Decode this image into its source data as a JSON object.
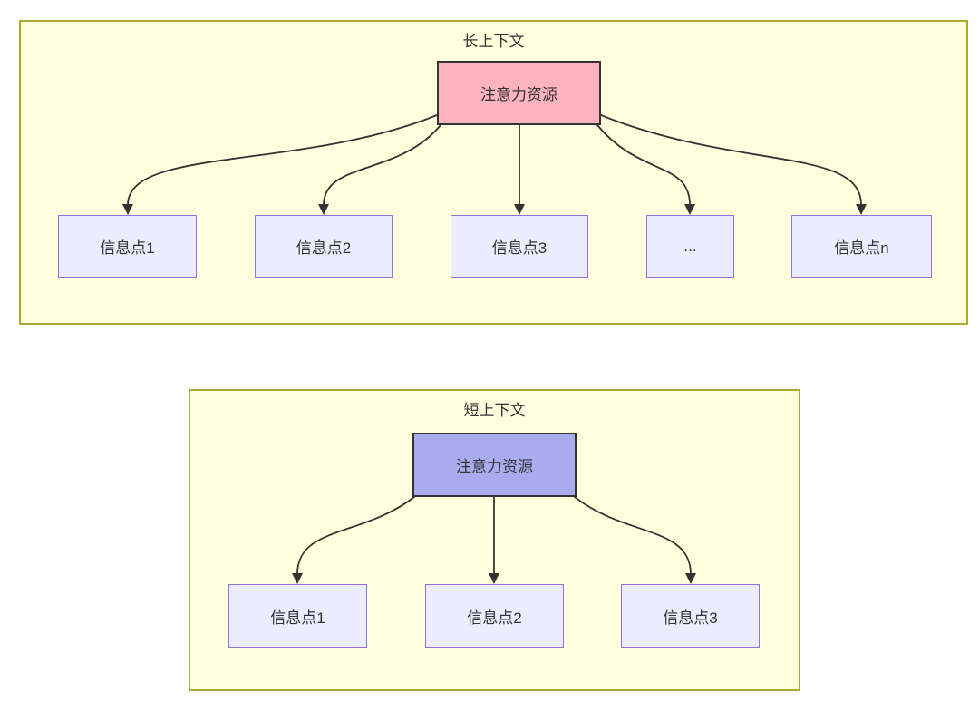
{
  "panels": [
    {
      "title": "长上下文",
      "root": {
        "label": "注意力资源",
        "fill": "#ffb3bd",
        "border": "#333333"
      },
      "children": [
        {
          "label": "信息点1"
        },
        {
          "label": "信息点2"
        },
        {
          "label": "信息点3"
        },
        {
          "label": "..."
        },
        {
          "label": "信息点n"
        }
      ]
    },
    {
      "title": "短上下文",
      "root": {
        "label": "注意力资源",
        "fill": "#aaaaee",
        "border": "#333333"
      },
      "children": [
        {
          "label": "信息点1"
        },
        {
          "label": "信息点2"
        },
        {
          "label": "信息点3"
        }
      ]
    }
  ],
  "colors": {
    "panel_fill": "#ffffde",
    "panel_border": "#aaaa33",
    "node_fill": "#ececff",
    "node_border": "#9370db",
    "edge": "#333333",
    "text": "#333333",
    "background": "#ffffff"
  }
}
